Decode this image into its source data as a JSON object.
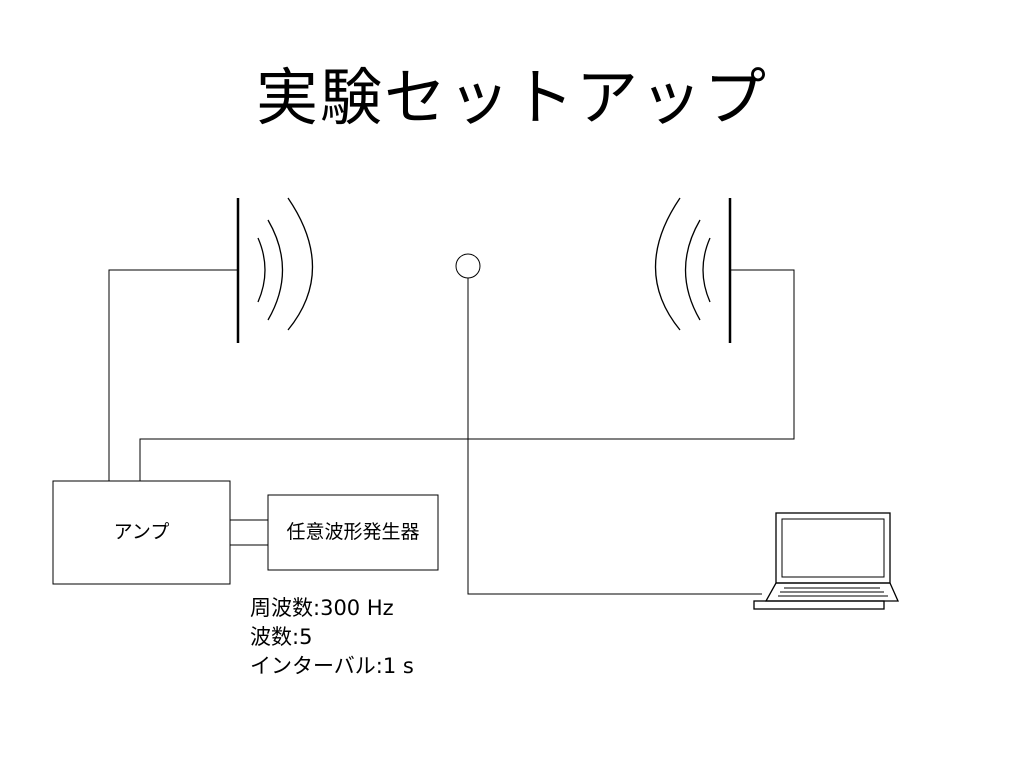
{
  "title": "実験セットアップ",
  "amplifier": {
    "label": "アンプ"
  },
  "generator": {
    "label": "任意波形発生器"
  },
  "parameters": [
    {
      "label": "周波数",
      "value": "300 Hz"
    },
    {
      "label": "波数",
      "value": "5"
    },
    {
      "label": "インターバル",
      "value": "1 s"
    }
  ],
  "separator": ":",
  "icons": {
    "left_speaker": "speaker-icon",
    "right_speaker": "speaker-icon",
    "microphone": "microphone-icon",
    "computer": "laptop-icon"
  },
  "colors": {
    "line": "#000000",
    "background": "#ffffff"
  }
}
